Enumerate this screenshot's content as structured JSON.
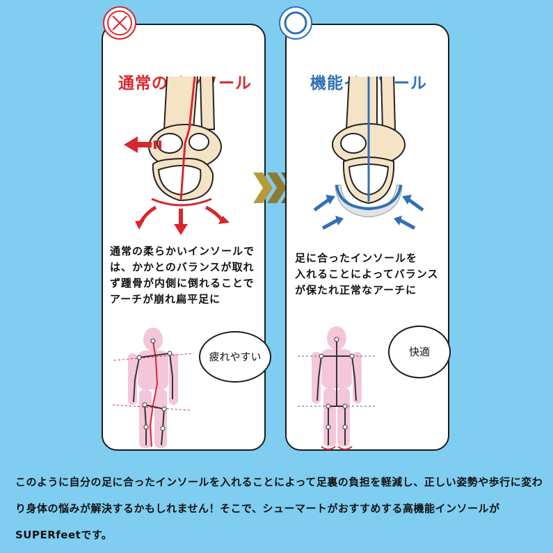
{
  "left_panel": {
    "title": "通常のインソール",
    "description": "通常の柔らかいインソールで\nは、かかとのバランスが取れ\nず踵骨が内側に倒れることで\nアーチが崩れ扁平足に",
    "bubble": "疲れやすい",
    "color": "#d9262e"
  },
  "right_panel": {
    "title": "機能インソール",
    "description": "足に合ったインソールを\n入れることによってバランス\nが保たれ正常なアーチに",
    "bubble": "快適",
    "color": "#2f6fb8"
  },
  "footer_text": "このように自分の足に合ったインソールを入れることによって足裏の負担を軽減し、正しい姿勢や歩行に変わり身体の悩みが解決するかもしれません！そこで、シューマートがおすすめする高機能インソールがSUPERfeetです。",
  "colors": {
    "background": "#7fcdf1",
    "bad": "#d9262e",
    "good": "#2f6fb8",
    "arrow_gold": "#b59a3c",
    "bone": "#f5e3c6",
    "body_pink": "#f4c6da"
  }
}
